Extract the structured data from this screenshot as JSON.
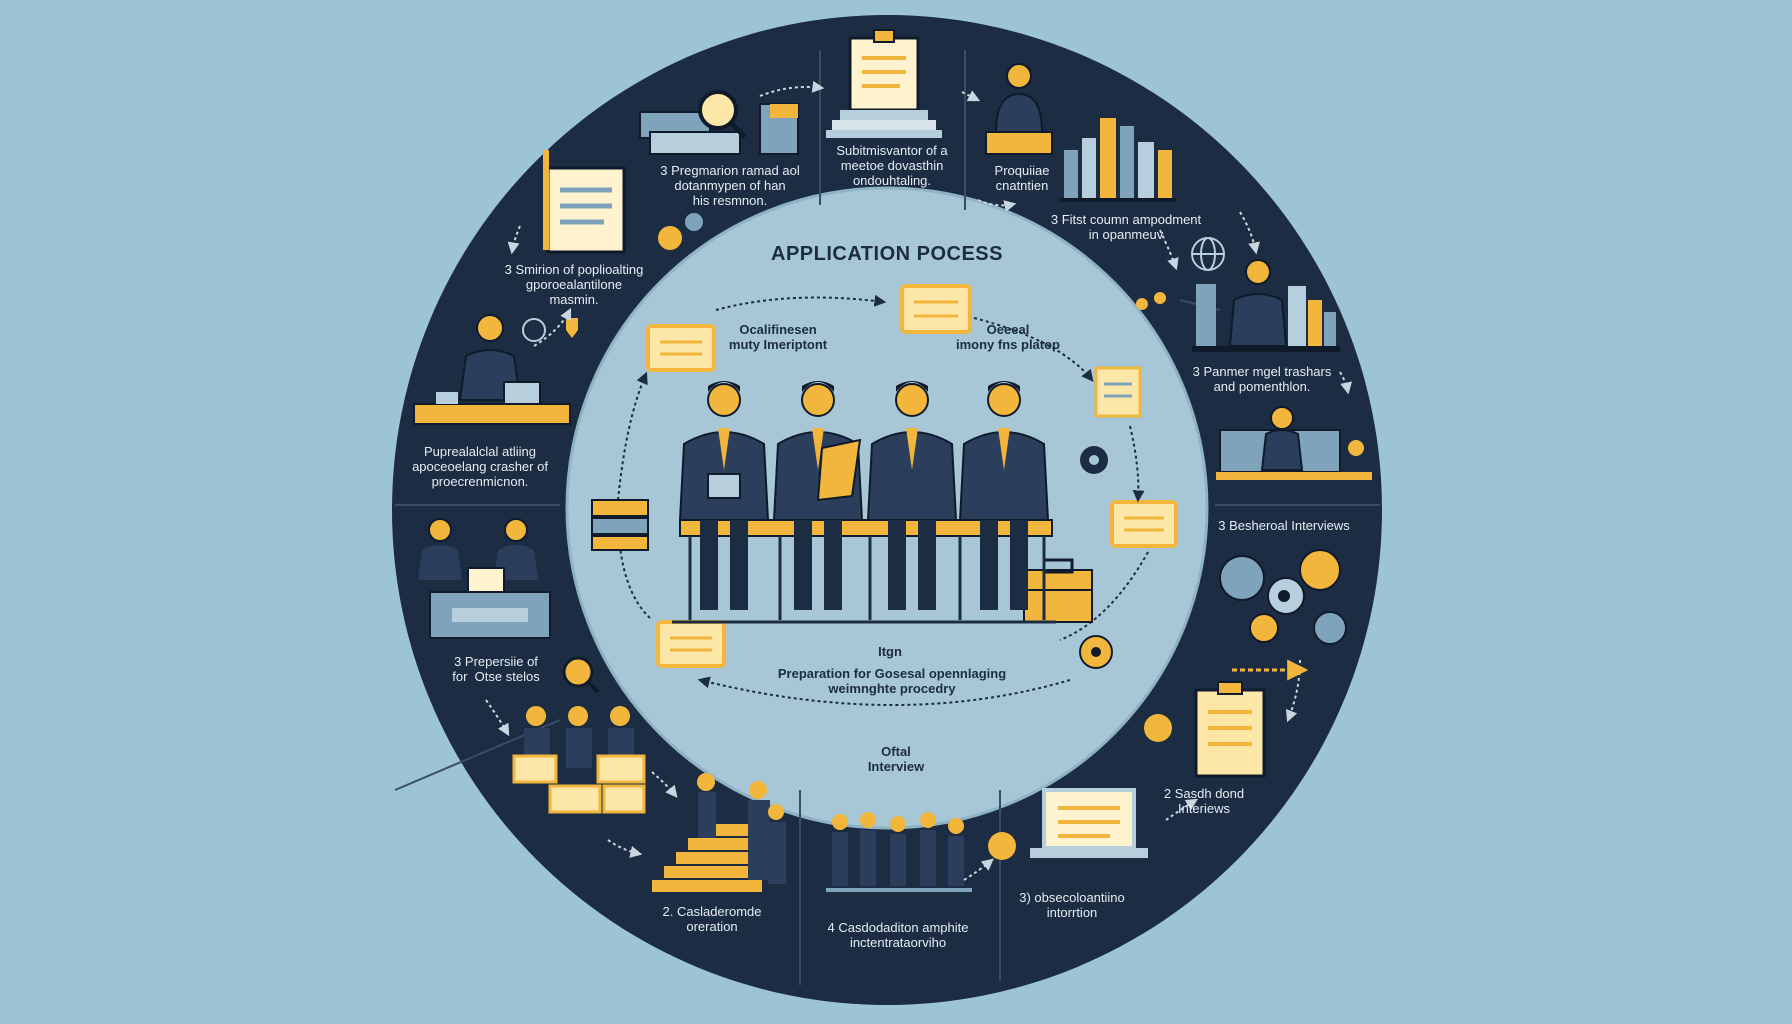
{
  "title": "APPLICATION POCESS",
  "colors": {
    "background": "#9dc4d6",
    "ring": "#1c2c43",
    "inner": "#a7c7d6",
    "accent": "#f2b63c",
    "card": "#fde7a8"
  },
  "ring_labels": [
    "3 Pregmarion ramad aol\ndotanmypen of han\nhis resmnon.",
    "Subitmisvantor of a\nmeetoe dovasthin\nondouhtaling.",
    "Proquiiae\ncnatntien",
    "3 Fitst coumn ampodment\nin opanmeuv",
    "3 Panmer mgel trashars\nand pomenthlon.",
    "3 Besheroal Interviews",
    "2 Sasdh dond\nInteriews",
    "3) obsecoloantiino\nintorrtion",
    "4 Casdodaditon amphite\ninctentrataorviho",
    "2. Casladeromde\noreration",
    "3 Prepersiie of\nfor  Otse stelos",
    "Puprealalclal atliing\napoceoelang crasher of\nproecrenmicnon.",
    "3 Smirion of poplioalting\ngporoealantilone\nmasmin."
  ],
  "inner_labels": [
    "Ocalifinesen\nmuty Imeriptont",
    "Oeeeal\nimony fns platop",
    "Itgn",
    "Preparation for Gosesal opennlaging\nweimnghte procedry",
    "Oftal\nInterview"
  ]
}
